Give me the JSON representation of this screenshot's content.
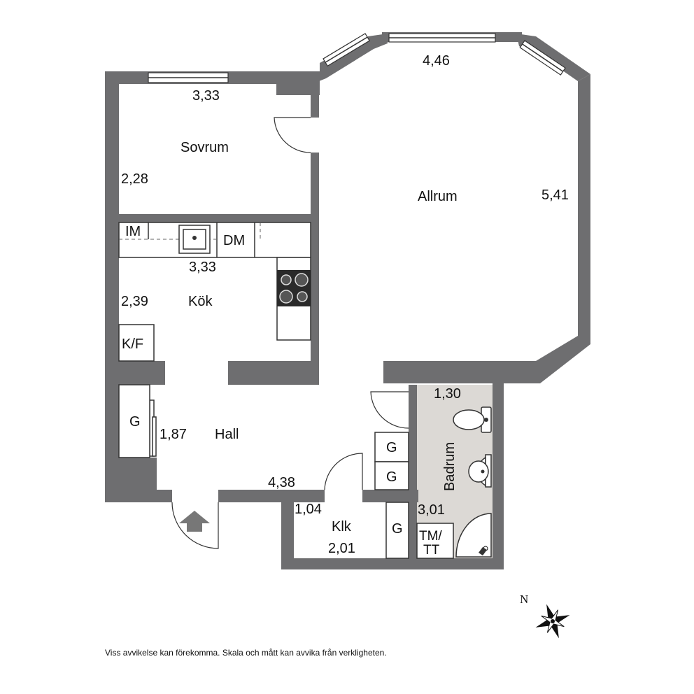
{
  "rooms": {
    "sovrum": {
      "name": "Sovrum",
      "width": "3,33",
      "depth": "2,28"
    },
    "allrum": {
      "name": "Allrum",
      "width": "4,46",
      "depth": "5,41"
    },
    "kok": {
      "name": "Kök",
      "width": "3,33",
      "depth": "2,39"
    },
    "hall": {
      "name": "Hall",
      "width": "4,38",
      "depth": "1,87"
    },
    "badrum": {
      "name": "Badrum",
      "width": "1,30",
      "depth": "3,01"
    },
    "klk": {
      "name": "Klk",
      "width": "1,04",
      "depth": "2,01"
    }
  },
  "fixtures": {
    "im": "IM",
    "dm": "DM",
    "kf": "K/F",
    "wardrobe": "G",
    "tmtt_line1": "TM/",
    "tmtt_line2": "TT"
  },
  "compass": {
    "north": "N"
  },
  "disclaimer": "Viss avvikelse kan förekomma. Skala och mått kan avvika från verkligheten.",
  "colors": {
    "wall": "#6e6e70",
    "bathroom_floor": "#dcd9d5",
    "background": "#ffffff"
  }
}
